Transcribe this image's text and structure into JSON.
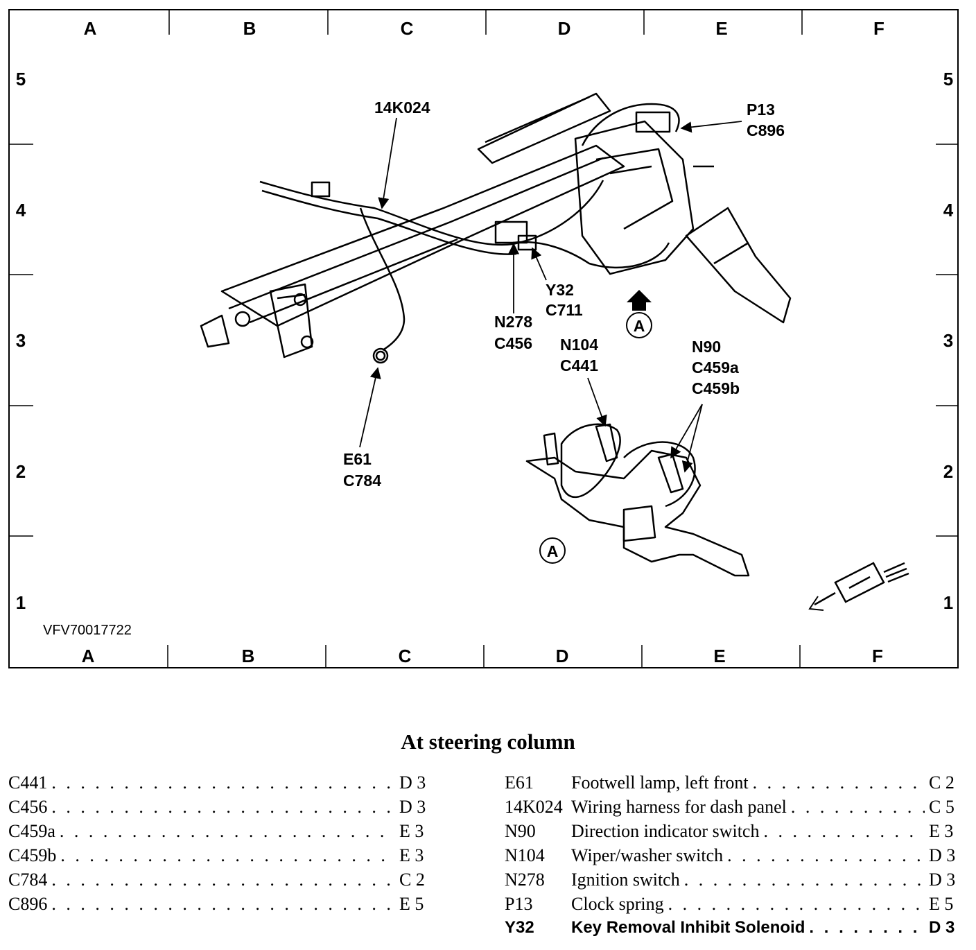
{
  "diagram": {
    "columns": [
      "A",
      "B",
      "C",
      "D",
      "E",
      "F"
    ],
    "rows": [
      "5",
      "4",
      "3",
      "2",
      "1"
    ],
    "figure_code": "VFV70017722",
    "view_label": "A",
    "callouts": {
      "k024": "14K024",
      "p13": "P13",
      "c896": "C896",
      "y32": "Y32",
      "c711": "C711",
      "n278": "N278",
      "c456": "C456",
      "n104": "N104",
      "c441": "C441",
      "n90": "N90",
      "c459a": "C459a",
      "c459b": "C459b",
      "e61": "E61",
      "c784": "C784"
    }
  },
  "caption": "At steering column",
  "legend_left": [
    {
      "code": "C441",
      "loc": "D 3"
    },
    {
      "code": "C456",
      "loc": "D 3"
    },
    {
      "code": "C459a",
      "loc": "E 3"
    },
    {
      "code": "C459b",
      "loc": "E 3"
    },
    {
      "code": "C784",
      "loc": "C 2"
    },
    {
      "code": "C896",
      "loc": "E 5"
    }
  ],
  "legend_right": [
    {
      "code": "E61",
      "desc": "Footwell lamp, left front",
      "loc": "C 2"
    },
    {
      "code": "14K024",
      "desc": "Wiring harness for dash panel",
      "loc": "C 5"
    },
    {
      "code": "N90",
      "desc": "Direction indicator switch",
      "loc": "E 3"
    },
    {
      "code": "N104",
      "desc": "Wiper/washer switch",
      "loc": "D 3"
    },
    {
      "code": "N278",
      "desc": "Ignition switch",
      "loc": "D 3"
    },
    {
      "code": "P13",
      "desc": "Clock spring",
      "loc": "E 5"
    },
    {
      "code": "Y32",
      "desc": "Key Removal Inhibit Solenoid",
      "loc": "D 3"
    }
  ]
}
